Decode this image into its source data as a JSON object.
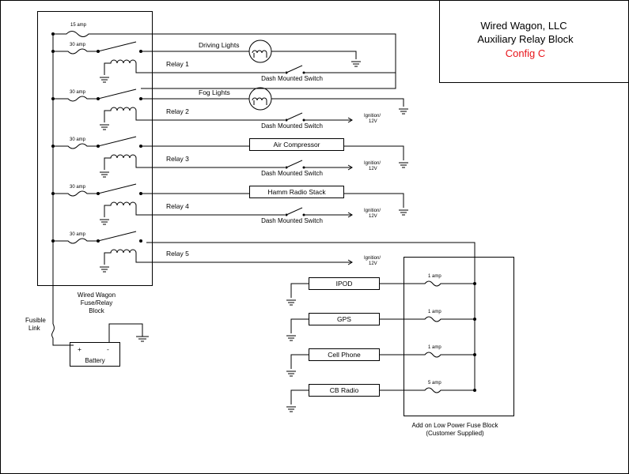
{
  "title": {
    "line1": "Wired Wagon, LLC",
    "line2": "Auxiliary Relay Block",
    "config": "Config C",
    "config_color": "#e8141a"
  },
  "fuse_relay_block": {
    "label_line1": "Wired Wagon",
    "label_line2": "Fuse/Relay",
    "label_line3": "Block",
    "top_fuse": "15 amp"
  },
  "relays": [
    {
      "label": "Relay 1",
      "fuse": "30 amp",
      "load": "Driving Lights",
      "load_kind": "lamp",
      "switch": "Dash Mounted Switch"
    },
    {
      "label": "Relay 2",
      "fuse": "30 amp",
      "load": "Fog Lights",
      "load_kind": "lamp",
      "switch": "Dash Mounted Switch",
      "ignition": [
        "Ignition/",
        "12V"
      ]
    },
    {
      "label": "Relay 3",
      "fuse": "30 amp",
      "load": "Air Compressor",
      "load_kind": "box",
      "switch": "Dash Mounted Switch",
      "ignition": [
        "Ignition/",
        "12V"
      ]
    },
    {
      "label": "Relay 4",
      "fuse": "30 amp",
      "load": "Hamm Radio Stack",
      "load_kind": "box",
      "switch": "Dash Mounted Switch",
      "ignition": [
        "Ignition/",
        "12V"
      ]
    },
    {
      "label": "Relay 5",
      "fuse": "30 amp",
      "ignition": [
        "Ignition/",
        "12V"
      ]
    }
  ],
  "fusible_link": {
    "line1": "Fusible",
    "line2": "Link"
  },
  "battery": {
    "label": "Battery",
    "plus": "+",
    "minus": "-"
  },
  "low_power_block": {
    "label_line1": "Add on Low Power Fuse Block",
    "label_line2": "(Customer Supplied)",
    "devices": [
      {
        "name": "IPOD",
        "fuse": "1 amp"
      },
      {
        "name": "GPS",
        "fuse": "1 amp"
      },
      {
        "name": "Cell Phone",
        "fuse": "1 amp"
      },
      {
        "name": "CB Radio",
        "fuse": "5 amp"
      }
    ]
  }
}
